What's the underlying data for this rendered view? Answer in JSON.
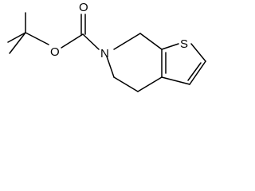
{
  "molecule": {
    "atoms": {
      "O_carbonyl": "O",
      "O_ester": "O",
      "N": "N",
      "S": "S"
    }
  },
  "colors": {
    "bond": "#000000",
    "background": "#ffffff"
  }
}
